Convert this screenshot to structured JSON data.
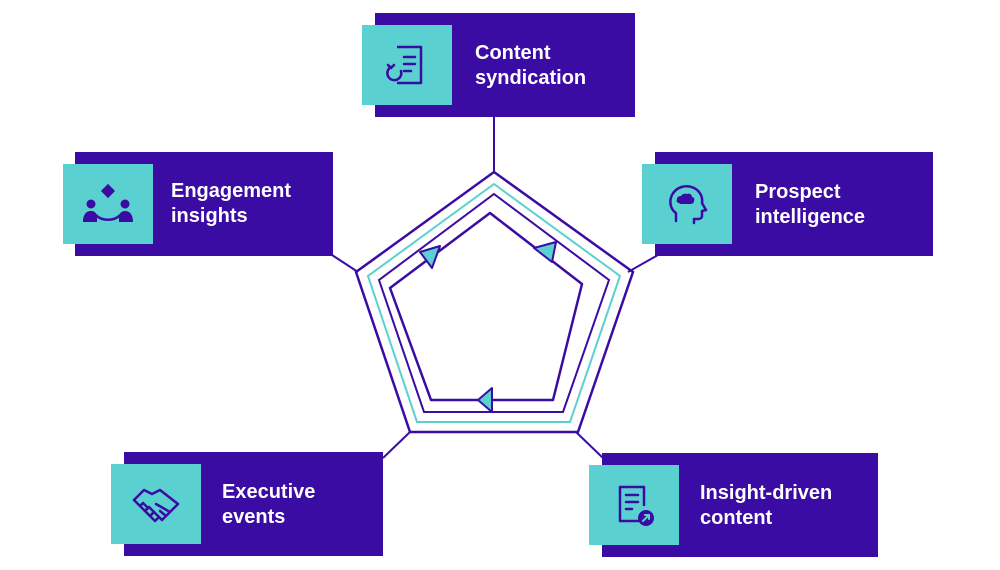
{
  "colors": {
    "card": "#3a0ca3",
    "accent": "#5ad1d0",
    "line": "#3a0ca3"
  },
  "nodes": [
    {
      "id": "content-syndication",
      "label": "Content\nsyndication",
      "icon": "document-refresh-icon"
    },
    {
      "id": "prospect-intelligence",
      "label": "Prospect\nintelligence",
      "icon": "head-cloud-icon"
    },
    {
      "id": "insight-driven-content",
      "label": "Insight-driven\ncontent",
      "icon": "document-arrow-icon"
    },
    {
      "id": "executive-events",
      "label": "Executive\nevents",
      "icon": "handshake-icon"
    },
    {
      "id": "engagement-insights",
      "label": "Engagement\ninsights",
      "icon": "people-connect-icon"
    }
  ]
}
